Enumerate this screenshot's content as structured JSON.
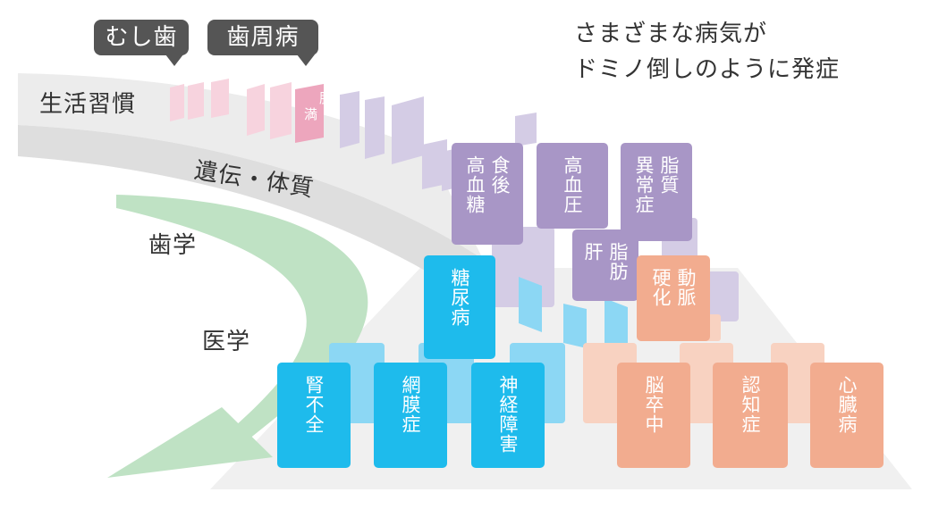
{
  "headline": {
    "line1": "さまざまな病気が",
    "line2": "ドミノ倒しのように発症"
  },
  "bubbles": {
    "mushiba": "むし歯",
    "shishubyo": "歯周病"
  },
  "bands": {
    "lifestyle": "生活習慣",
    "genetics": "遺伝・体質",
    "dentistry": "歯学",
    "medicine": "医学"
  },
  "obesity": {
    "col1": "肥",
    "col2": "満"
  },
  "diseases": {
    "postprandial_hyperglycemia": {
      "col1": "食後",
      "col2": "高血糖"
    },
    "hypertension": {
      "col1": "高血圧"
    },
    "dyslipidemia": {
      "col1": "脂質",
      "col2": "異常症"
    },
    "fatty_liver": {
      "col1": "脂肪",
      "col2": "肝"
    },
    "arteriosclerosis": {
      "col1": "動脈",
      "col2": "硬化"
    },
    "diabetes": {
      "col1": "糖尿病"
    },
    "renal_failure": {
      "col1": "腎不全"
    },
    "retinopathy": {
      "col1": "網膜症"
    },
    "neuropathy": {
      "col1": "神経障害"
    },
    "stroke": {
      "col1": "脳卒中"
    },
    "dementia": {
      "col1": "認知症"
    },
    "heart_disease": {
      "col1": "心臓病"
    }
  },
  "colors": {
    "pink_domino": "#f7d3de",
    "pink_domino_accent": "#eda6bd",
    "purple": "#a896c6",
    "purple_light": "#d4cce5",
    "blue": "#1ebbec",
    "blue_light": "#8cd7f4",
    "salmon": "#f2ac8f",
    "salmon_light": "#f8d2c1",
    "green_arrow": "#bfe2c4",
    "gray_band": "#e6e6e6",
    "bubble": "#555555"
  }
}
